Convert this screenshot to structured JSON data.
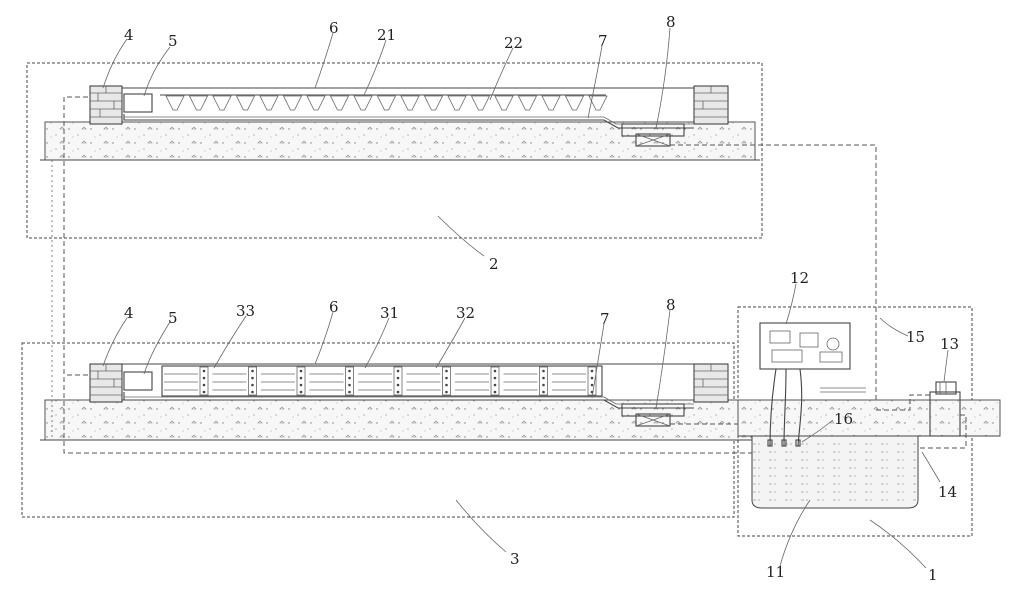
{
  "labels": {
    "l1": "1",
    "l2": "2",
    "l3": "3",
    "l4a": "4",
    "l4b": "4",
    "l5a": "5",
    "l5b": "5",
    "l6a": "6",
    "l6b": "6",
    "l7a": "7",
    "l7b": "7",
    "l8a": "8",
    "l8b": "8",
    "l11": "11",
    "l12": "12",
    "l13": "13",
    "l14": "14",
    "l15": "15",
    "l16": "16",
    "l21": "21",
    "l22": "22",
    "l31": "31",
    "l32": "32",
    "l33": "33"
  },
  "colors": {
    "line": "#444444",
    "fill": "#e8e8e8",
    "background": "#ffffff"
  }
}
